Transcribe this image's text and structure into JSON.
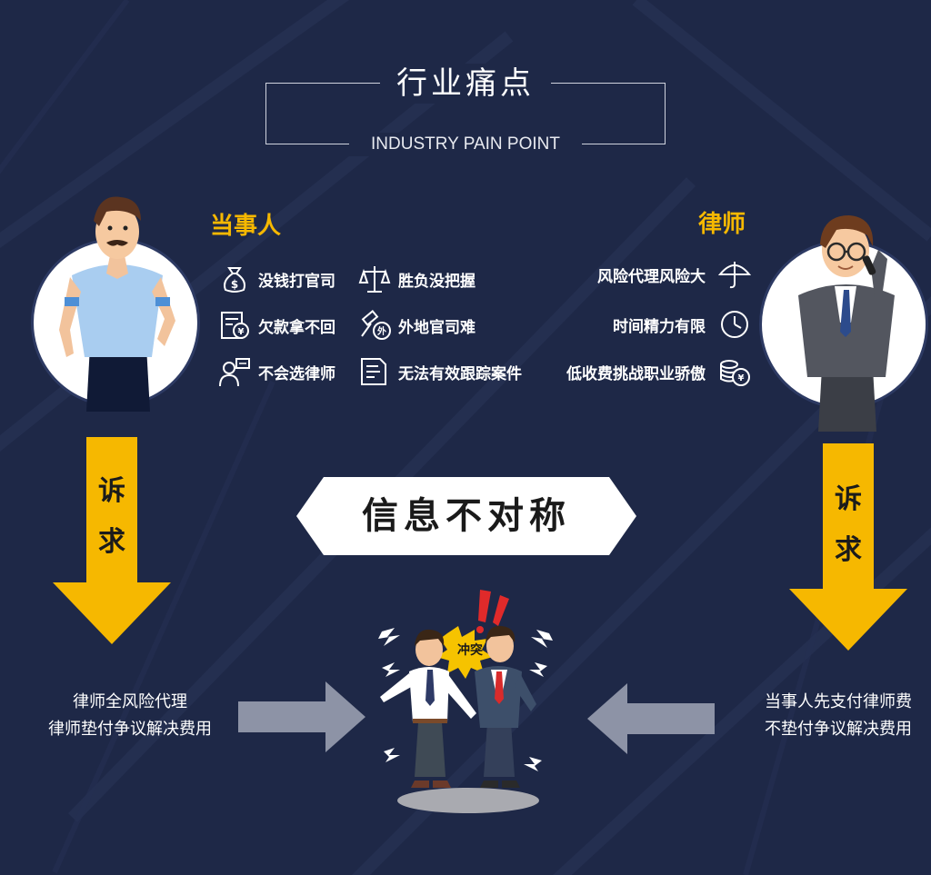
{
  "header": {
    "title": "行业痛点",
    "subtitle": "INDUSTRY PAIN POINT"
  },
  "client": {
    "title": "当事人",
    "items": [
      {
        "label": "没钱打官司",
        "icon": "money-bag-icon"
      },
      {
        "label": "胜负没把握",
        "icon": "scale-icon"
      },
      {
        "label": "欠款拿不回",
        "icon": "invoice-icon"
      },
      {
        "label": "外地官司难",
        "icon": "gavel-icon"
      },
      {
        "label": "不会选律师",
        "icon": "person-chat-icon"
      },
      {
        "label": "无法有效跟踪案件",
        "icon": "document-icon"
      }
    ],
    "arrow_label": [
      "诉",
      "求"
    ],
    "demand": [
      "律师全风险代理",
      "律师垫付争议解决费用"
    ]
  },
  "lawyer": {
    "title": "律师",
    "items": [
      {
        "label": "风险代理风险大",
        "icon": "umbrella-icon"
      },
      {
        "label": "时间精力有限",
        "icon": "clock-icon"
      },
      {
        "label": "低收费挑战职业骄傲",
        "icon": "coins-icon"
      }
    ],
    "arrow_label": [
      "诉",
      "求"
    ],
    "demand": [
      "当事人先支付律师费",
      "不垫付争议解决费用"
    ]
  },
  "banner": {
    "label": "信息不对称"
  },
  "scene": {
    "badge": "冲突"
  },
  "colors": {
    "background": "#1e2847",
    "accent": "#f6b800",
    "white": "#ffffff"
  }
}
